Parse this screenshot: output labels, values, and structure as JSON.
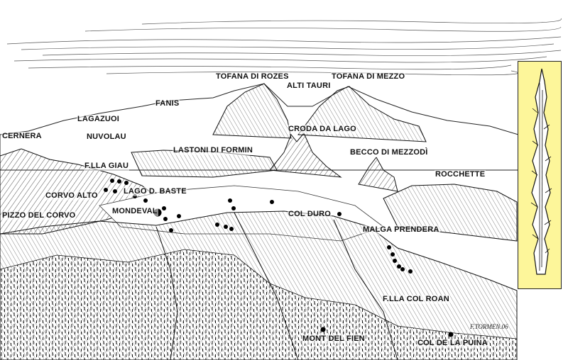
{
  "labels": {
    "tofana_di_rozes": "TOFANA DI ROZES",
    "alti_tauri": "ALTI TAURI",
    "tofana_di_mezzo": "TOFANA DI MEZZO",
    "fanis": "FANIS",
    "lagazuoi": "LAGAZUOI",
    "nuvolau": "NUVOLAU",
    "cernera": "CERNERA",
    "croda_da_lago": "CRODA DA LAGO",
    "lastoni_di_formin": "LASTONI DI FORMIN",
    "becco_di_mezzodi": "BECCO DI MEZZODÌ",
    "f_lla_giau": "F.LLA GIAU",
    "rocchette": "ROCCHETTE",
    "corvo_alto": "CORVO ALTO",
    "lago_d_baste": "LAGO D. BASTE",
    "pizzo_del_corvo": "PIZZO DEL CORVO",
    "mondeval": "MONDEVAL",
    "col_duro": "COL DURO",
    "malga_prendera": "MALGA PRENDERA",
    "f_lla_col_roan": "F.LLA COL ROAN",
    "mont_del_fien": "MONT DEL FIEN",
    "col_de_la_puina": "COL DE LA PUINA"
  },
  "signature": "F.TORMEN.06",
  "colors": {
    "ink": "#111111",
    "inset_background": "#fdf69a",
    "paper": "#ffffff"
  }
}
